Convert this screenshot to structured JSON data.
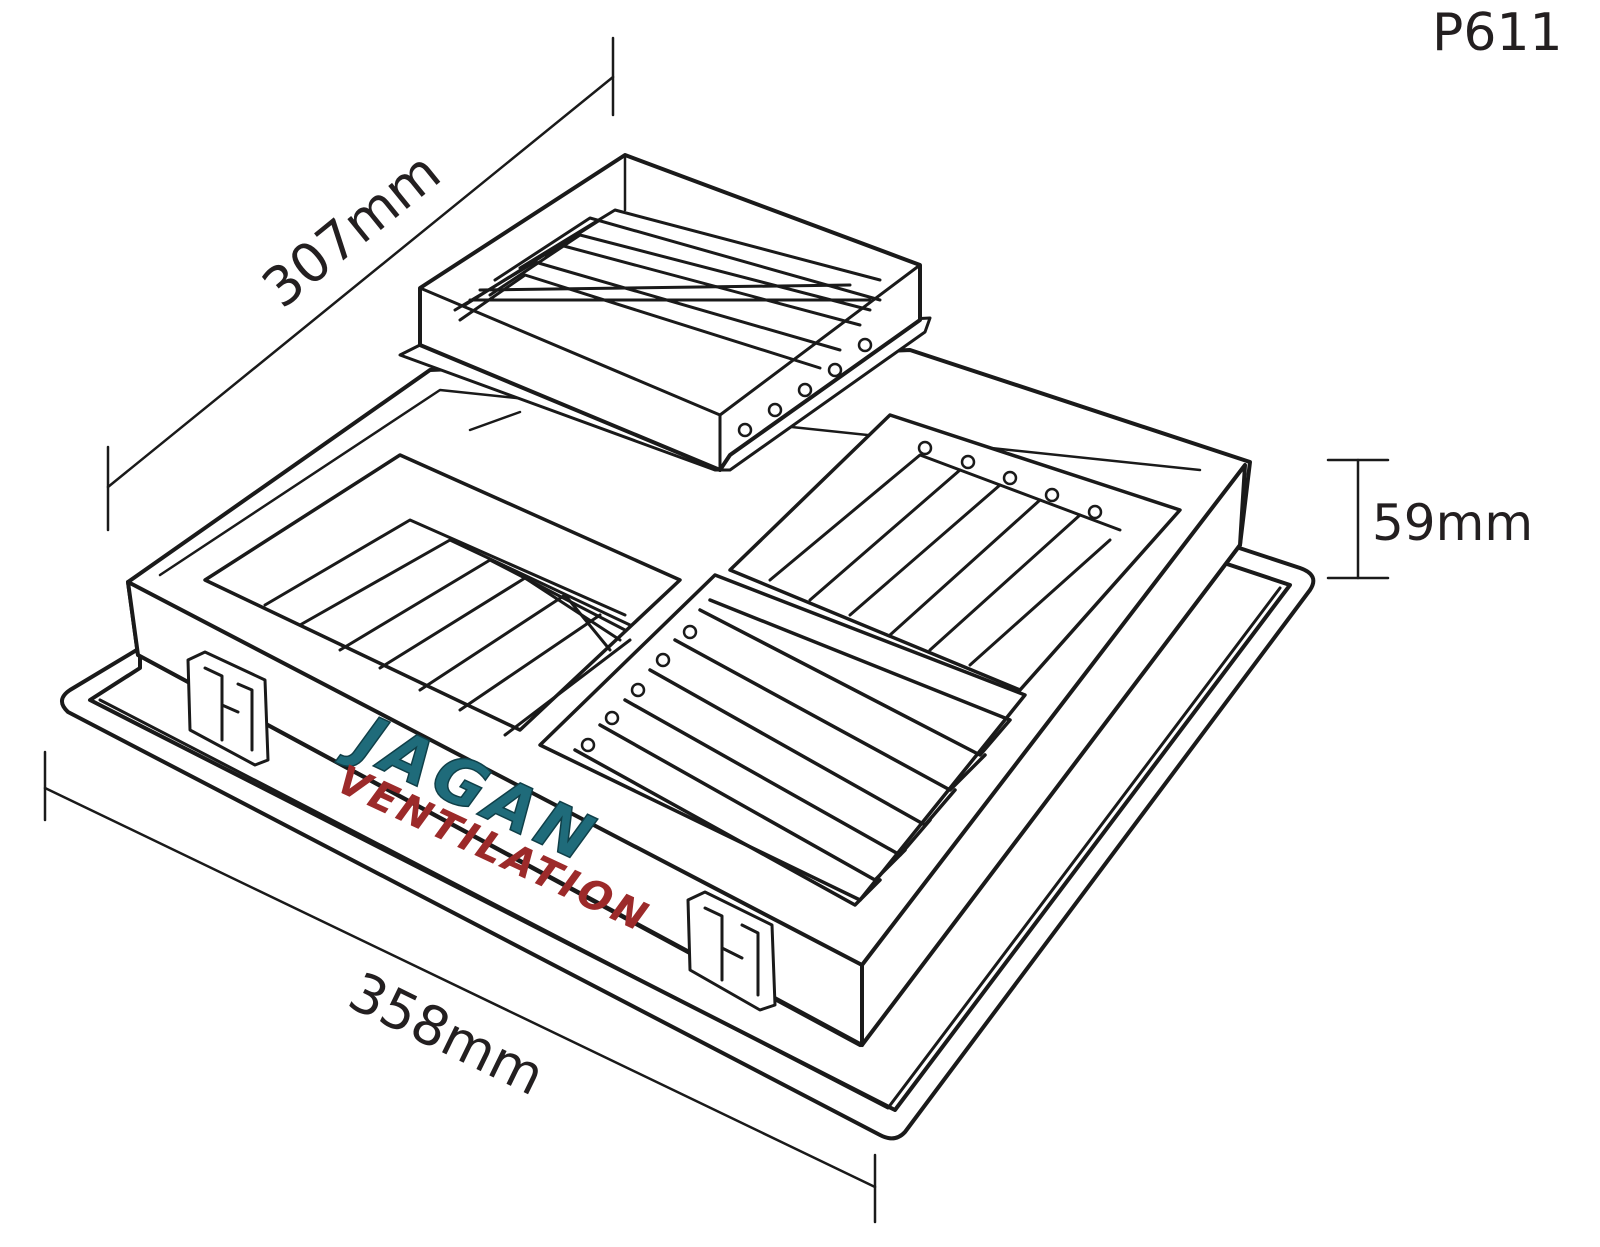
{
  "product_code": "P611",
  "dimensions": {
    "depth": "307mm",
    "height": "59mm",
    "width": "358mm"
  },
  "logo": {
    "line1": "JAGAN",
    "line2": "VENTILATION",
    "color_primary": "#1f6b7a",
    "color_secondary": "#9c2a2a"
  }
}
